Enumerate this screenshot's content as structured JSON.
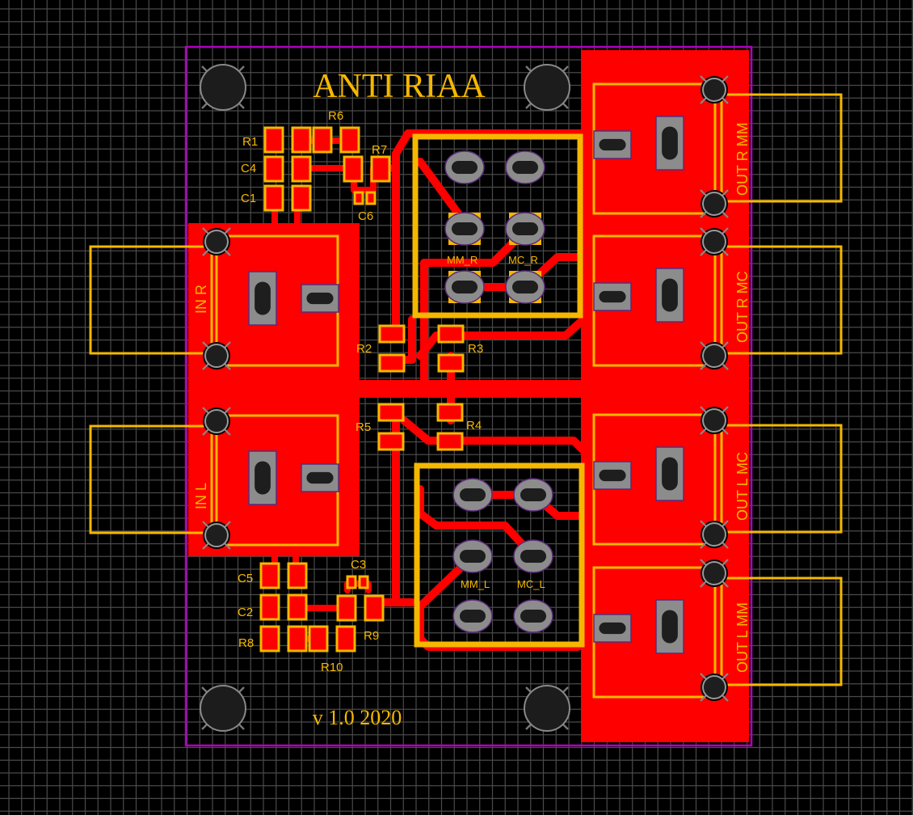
{
  "board": {
    "title": "ANTI RIAA",
    "version": "v 1.0 2020"
  },
  "colors": {
    "background": "#000000",
    "grid": "#4a4a4a",
    "copper": "#ff0000",
    "silkscreen": "#f5b800",
    "outline": "#b000c0",
    "pad": "#8c8c8c",
    "hole": "#1e1e1e",
    "mount_hole": "#1c1c1c"
  },
  "connectors": {
    "inputs": [
      {
        "id": "in-r",
        "label": "IN R"
      },
      {
        "id": "in-l",
        "label": "IN L"
      }
    ],
    "outputs": [
      {
        "id": "out-r-mm",
        "label": "OUT R MM"
      },
      {
        "id": "out-r-mc",
        "label": "OUT R MC"
      },
      {
        "id": "out-l-mc",
        "label": "OUT L MC"
      },
      {
        "id": "out-l-mm",
        "label": "OUT L MM"
      }
    ]
  },
  "switches": [
    {
      "id": "switch-right",
      "labels": [
        "MM_R",
        "MC_R"
      ]
    },
    {
      "id": "switch-left",
      "labels": [
        "MM_L",
        "MC_L"
      ]
    }
  ],
  "components": {
    "top_left": [
      "R1",
      "C4",
      "C1",
      "R6",
      "R7",
      "C6"
    ],
    "center": [
      "R2",
      "R3",
      "R5",
      "R4"
    ],
    "bottom_left": [
      "C5",
      "C2",
      "R8",
      "R10",
      "R9",
      "C3"
    ]
  },
  "labels": {
    "R1": "R1",
    "C4": "C4",
    "C1": "C1",
    "R6": "R6",
    "R7": "R7",
    "C6": "C6",
    "R2": "R2",
    "R3": "R3",
    "R5": "R5",
    "R4": "R4",
    "C5": "C5",
    "C2": "C2",
    "R8": "R8",
    "R10": "R10",
    "R9": "R9",
    "C3": "C3"
  }
}
